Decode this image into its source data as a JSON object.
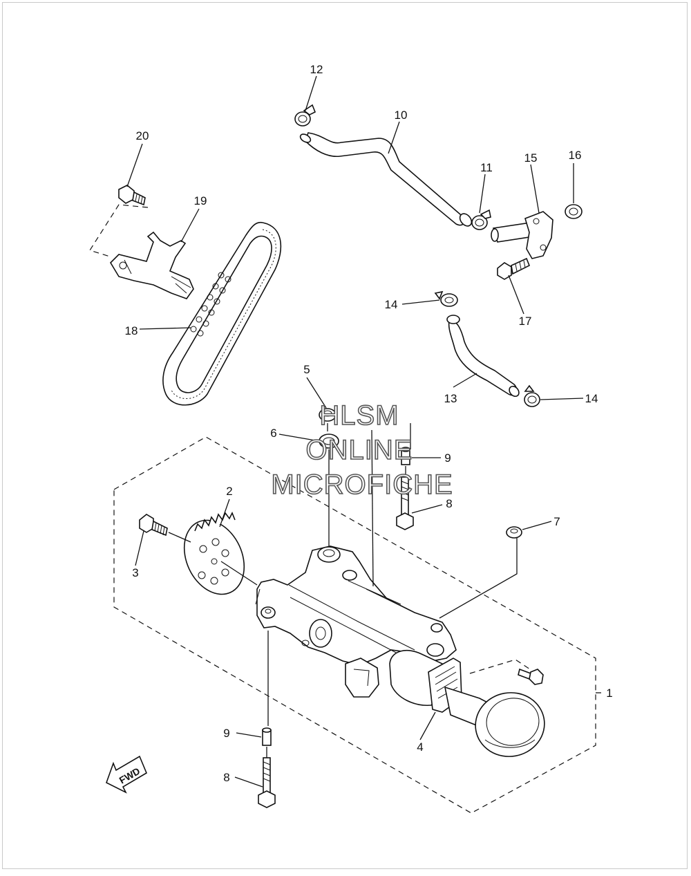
{
  "watermark": {
    "line1": "HLSM",
    "line2": "ONLINE",
    "line3": "MICROFICHE"
  },
  "fwd_label": "FWD",
  "callouts": {
    "c1": "1",
    "c2": "2",
    "c3": "3",
    "c4": "4",
    "c5": "5",
    "c6": "6",
    "c7": "7",
    "c8a": "8",
    "c8b": "8",
    "c9a": "9",
    "c9b": "9",
    "c10": "10",
    "c11": "11",
    "c12": "12",
    "c13": "13",
    "c14a": "14",
    "c14b": "14",
    "c15": "15",
    "c16": "16",
    "c17": "17",
    "c18": "18",
    "c19": "19",
    "c20": "20"
  },
  "colors": {
    "ink": "#111111",
    "background": "#ffffff"
  }
}
